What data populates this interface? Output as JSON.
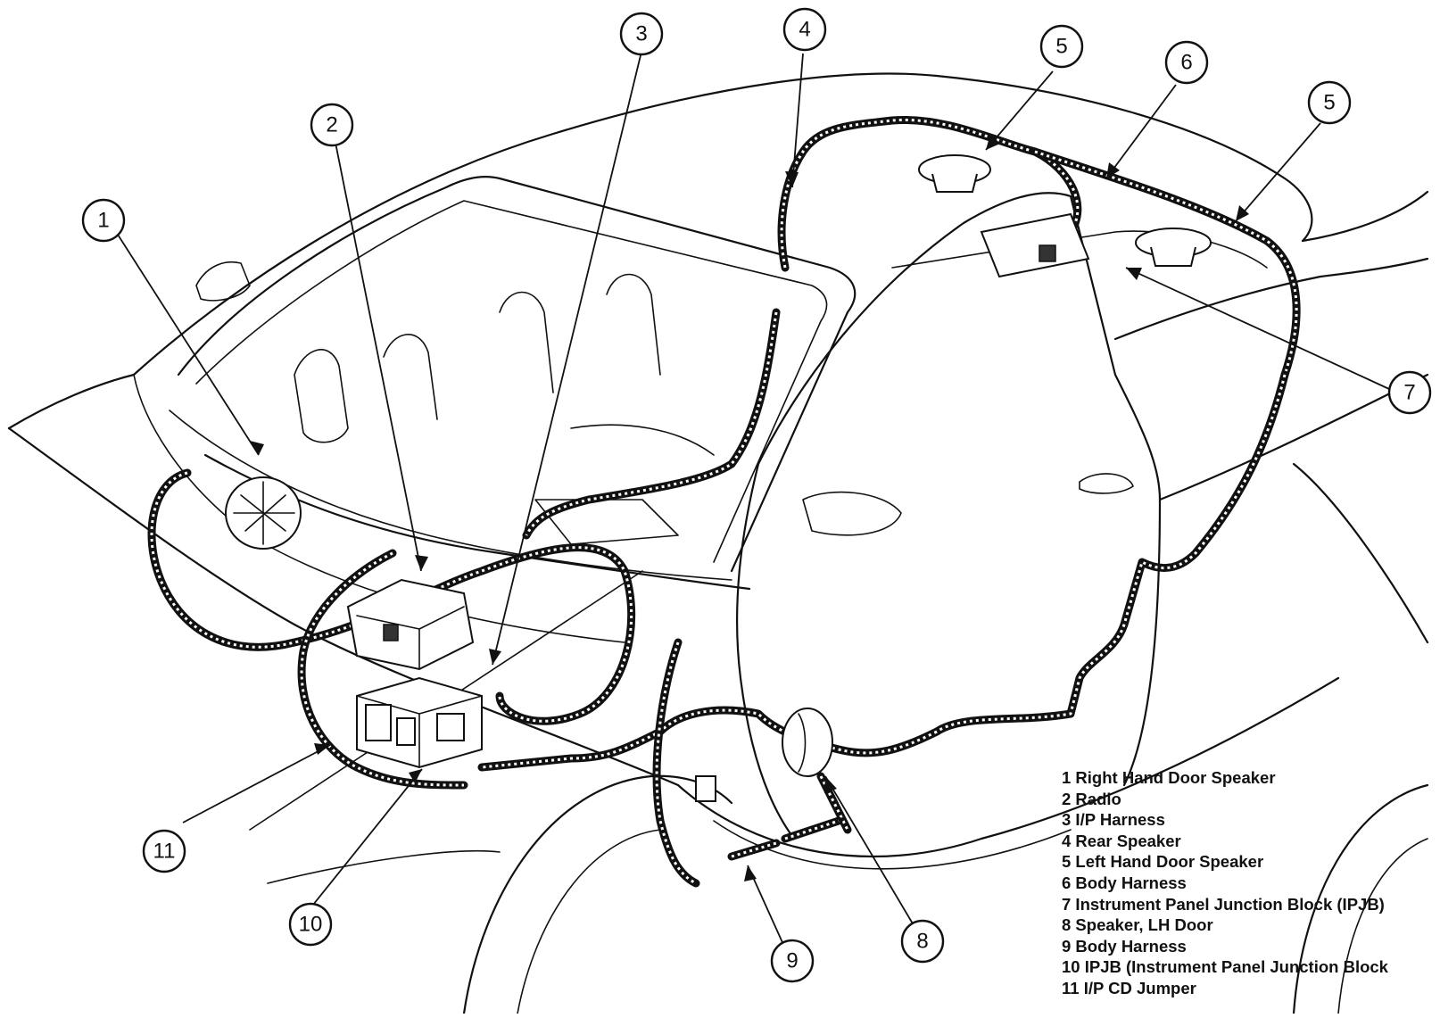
{
  "callouts": [
    {
      "id": "1"
    },
    {
      "id": "2"
    },
    {
      "id": "3"
    },
    {
      "id": "4"
    },
    {
      "id": "5a"
    },
    {
      "id": "6"
    },
    {
      "id": "5b"
    },
    {
      "id": "7"
    },
    {
      "id": "8"
    },
    {
      "id": "9"
    },
    {
      "id": "10"
    },
    {
      "id": "11"
    }
  ],
  "callout_labels": {
    "c1": "1",
    "c2": "2",
    "c3": "3",
    "c4": "4",
    "c5a": "5",
    "c6": "6",
    "c5b": "5",
    "c7": "7",
    "c8": "8",
    "c9": "9",
    "c10": "10",
    "c11": "11"
  },
  "legend": [
    "1 Right Hand Door Speaker",
    "2 Radio",
    "3 I/P Harness",
    "4 Rear Speaker",
    "5 Left Hand Door Speaker",
    "6 Body Harness",
    "7 Instrument Panel Junction Block (IPJB)",
    "8 Speaker, LH Door",
    "9 Body Harness",
    "10 IPJB (Instrument Panel Junction Block",
    "11 I/P CD Jumper"
  ]
}
